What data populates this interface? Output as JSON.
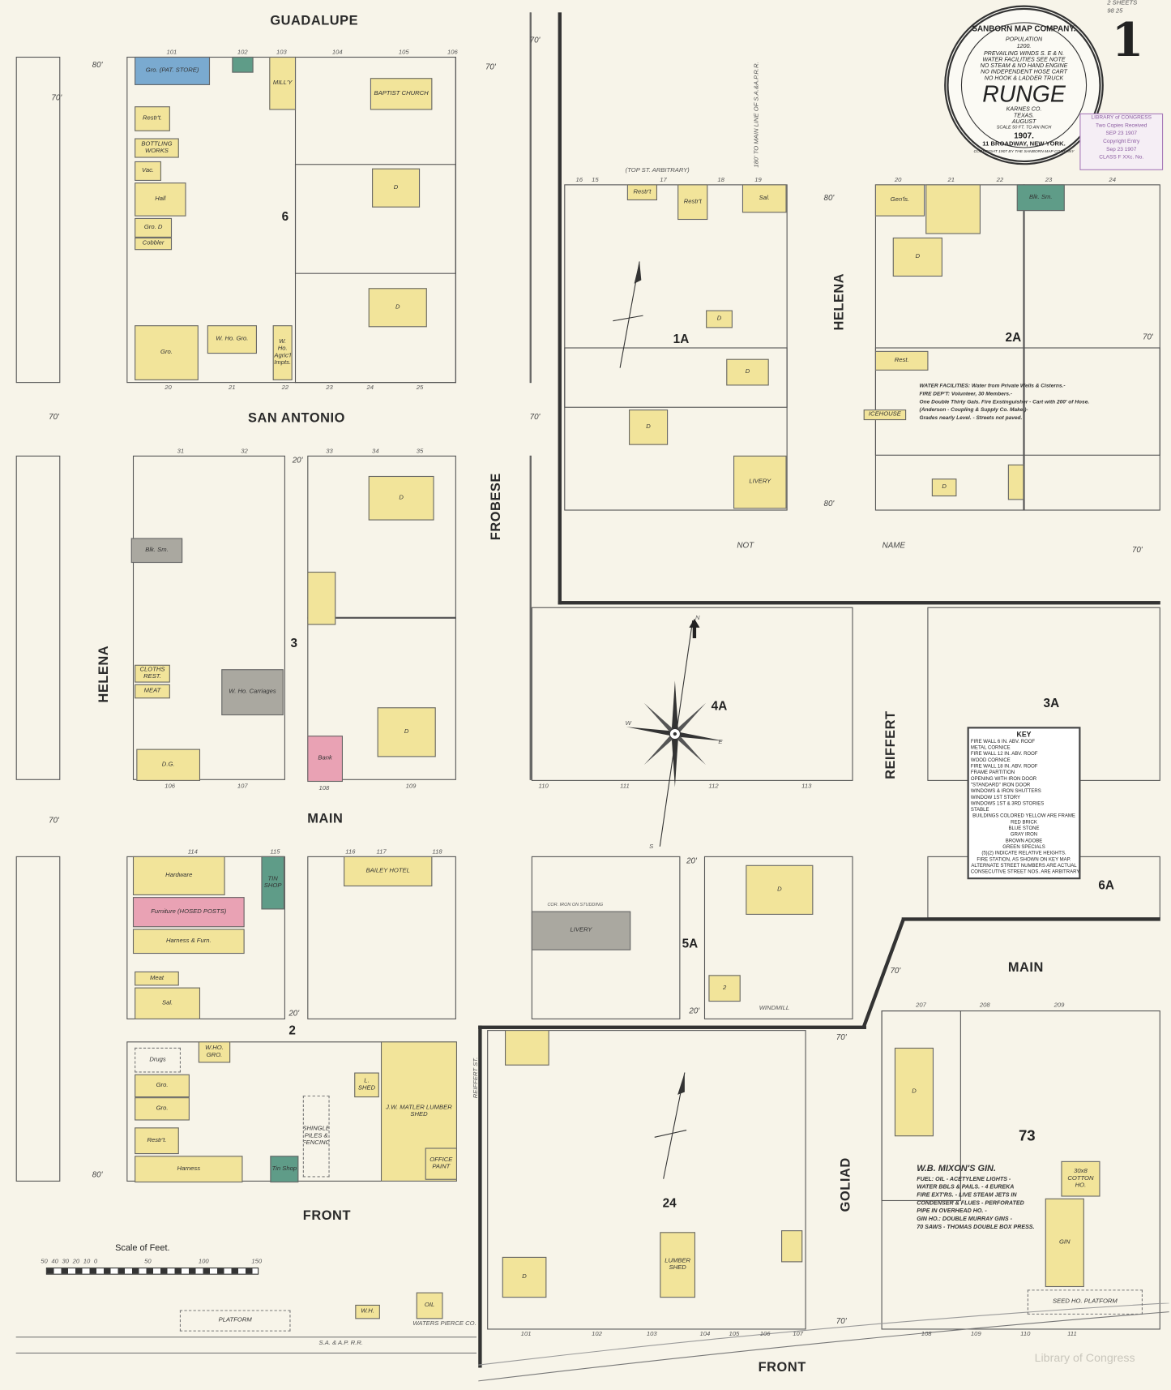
{
  "sheet": {
    "number": "1",
    "sheets_note": "2 SHEETS",
    "sheets_code": "98 25"
  },
  "seal": {
    "company": "SANBORN MAP COMPANY.",
    "population_label": "POPULATION",
    "population": "1200.",
    "notes": [
      "PREVAILING WINDS S. E & N.",
      "WATER FACILITIES SEE NOTE",
      "NO STEAM & NO HAND ENGINE",
      "NO INDEPENDENT HOSE CART",
      "NO HOOK & LADDER TRUCK"
    ],
    "town": "RUNGE",
    "county": "KARNES CO.",
    "state": "TEXAS.",
    "month": "AUGUST",
    "scale": "SCALE 50 FT. TO AN INCH",
    "year": "1907.",
    "address": "11 BROADWAY, NEW YORK.",
    "copyright": "COPYRIGHT 1907 BY THE SANBORN MAP COMPANY"
  },
  "stamp": [
    "LIBRARY of CONGRESS",
    "Two Copies Received",
    "SEP 23 1907",
    "Copyright Entry",
    "Sep 23 1907",
    "CLASS F XXc. No."
  ],
  "streets": {
    "guadalupe": "GUADALUPE",
    "san_antonio": "SAN ANTONIO",
    "main_west": "MAIN",
    "front_west": "FRONT",
    "helena_west": "HELENA",
    "frobese": "FROBESE",
    "helena_east": "HELENA",
    "reiffert": "REIFFERT",
    "goliad": "GOLIAD",
    "main_east": "MAIN",
    "front_south": "FRONT",
    "not_name_1": "NOT",
    "not_name_2": "NAME",
    "top_st": "(TOP ST. ARBITRARY)",
    "reiffert_st": "REIFFERT ST.",
    "main_line": "180' TO MAIN LINE OF S.A.&A.P.R.R."
  },
  "blocks": {
    "b6": "6",
    "b3": "3",
    "b2": "2",
    "b1a": "1A",
    "b2a": "2A",
    "b4a": "4A",
    "b3a": "3A",
    "b6a": "6A",
    "b5a": "5A",
    "b24": "24",
    "b73": "73"
  },
  "buildings": [
    {
      "label": "Gro. (PAT. STORE)",
      "type": "stone"
    },
    {
      "label": "",
      "type": "special"
    },
    {
      "label": "MILL'Y",
      "type": "frame"
    },
    {
      "label": "Restr't.",
      "type": "frame"
    },
    {
      "label": "BOTTLING WORKS",
      "type": "frame"
    },
    {
      "label": "Vac.",
      "type": "frame"
    },
    {
      "label": "Hall",
      "type": "frame"
    },
    {
      "label": "Gro. D",
      "type": "frame"
    },
    {
      "label": "Cobbler",
      "type": "frame"
    },
    {
      "label": "Gro.",
      "type": "frame"
    },
    {
      "label": "W. Ho. Gro.",
      "type": "frame"
    },
    {
      "label": "W. Ho. Agric'l Impts.",
      "type": "frame"
    },
    {
      "label": "BAPTIST CHURCH",
      "type": "frame"
    },
    {
      "label": "D",
      "type": "frame"
    },
    {
      "label": "D",
      "type": "frame"
    },
    {
      "label": "Blk. Sm.",
      "type": "iron"
    },
    {
      "label": "CLOTHS REST.",
      "type": "frame"
    },
    {
      "label": "MEAT",
      "type": "frame"
    },
    {
      "label": "W. Ho. Carriages",
      "type": "iron"
    },
    {
      "label": "D.G.",
      "type": "frame"
    },
    {
      "label": "",
      "type": "frame"
    },
    {
      "label": "D",
      "type": "frame"
    },
    {
      "label": "D",
      "type": "frame"
    },
    {
      "label": "Bank",
      "type": "brick"
    },
    {
      "label": "Hardware",
      "type": "frame"
    },
    {
      "label": "Furniture (HOSED POSTS)",
      "type": "brick"
    },
    {
      "label": "Harness & Furn.",
      "type": "frame"
    },
    {
      "label": "Meat",
      "type": "frame"
    },
    {
      "label": "Sal.",
      "type": "frame"
    },
    {
      "label": "TIN SHOP",
      "type": "special"
    },
    {
      "label": "BAILEY HOTEL",
      "type": "frame"
    },
    {
      "label": "Drugs",
      "type": "dashed"
    },
    {
      "label": "Gro.",
      "type": "frame"
    },
    {
      "label": "Gro.",
      "type": "frame"
    },
    {
      "label": "Restr't.",
      "type": "frame"
    },
    {
      "label": "Harness",
      "type": "frame"
    },
    {
      "label": "Tin Shop",
      "type": "special"
    },
    {
      "label": "W.HO. GRO.",
      "type": "frame"
    },
    {
      "label": "J.W. MATLER LUMBER SHED",
      "type": "frame"
    },
    {
      "label": "SHINGLE PILES & FENCING",
      "type": "dashed"
    },
    {
      "label": "Restr't",
      "type": "frame"
    },
    {
      "label": "Restr't",
      "type": "frame"
    },
    {
      "label": "Sal.",
      "type": "frame"
    },
    {
      "label": "D",
      "type": "frame"
    },
    {
      "label": "D",
      "type": "frame"
    },
    {
      "label": "D",
      "type": "frame"
    },
    {
      "label": "LIVERY",
      "type": "frame"
    },
    {
      "label": "Gen'ls.",
      "type": "frame"
    },
    {
      "label": "",
      "type": "frame"
    },
    {
      "label": "Blk. Sm.",
      "type": "special"
    },
    {
      "label": "D",
      "type": "frame"
    },
    {
      "label": "Rest.",
      "type": "frame"
    },
    {
      "label": "ICEHOUSE",
      "type": "frame"
    },
    {
      "label": "D",
      "type": "frame"
    },
    {
      "label": "",
      "type": "frame"
    },
    {
      "label": "LIVERY",
      "type": "iron"
    },
    {
      "label": "D",
      "type": "frame"
    },
    {
      "label": "2",
      "type": "frame"
    },
    {
      "label": "",
      "type": "frame"
    },
    {
      "label": "D",
      "type": "frame"
    },
    {
      "label": "LUMBER SHED",
      "type": "frame"
    },
    {
      "label": "",
      "type": "frame"
    },
    {
      "label": "D",
      "type": "frame"
    },
    {
      "label": "30x8 COTTON HO.",
      "type": "frame"
    },
    {
      "label": "GIN",
      "type": "frame"
    },
    {
      "label": "SEED HO. PLATFORM",
      "type": "dashed"
    },
    {
      "label": "PLATFORM",
      "type": "dashed"
    },
    {
      "label": "W.H.",
      "type": "frame"
    },
    {
      "label": "OIL",
      "type": "frame"
    },
    {
      "label": "L. SHED",
      "type": "frame"
    },
    {
      "label": "OFFICE PAINT",
      "type": "frame"
    }
  ],
  "dims": [
    "70'",
    "80'",
    "70'",
    "70'",
    "20'",
    "70'",
    "80'",
    "80'",
    "70'",
    "70'",
    "20'",
    "20'",
    "70'",
    "70'",
    "80'",
    "70'",
    "20'",
    "70'",
    "70'"
  ],
  "lots": [
    "101",
    "102",
    "103",
    "104",
    "105",
    "106",
    "20",
    "21",
    "22",
    "23",
    "24",
    "25",
    "31",
    "32",
    "33",
    "34",
    "35",
    "106",
    "107",
    "108",
    "109",
    "114",
    "115",
    "116",
    "117",
    "118",
    "110",
    "111",
    "112",
    "113",
    "101",
    "102",
    "103",
    "104",
    "105",
    "106",
    "107",
    "108",
    "109",
    "110",
    "111",
    "207",
    "208",
    "209",
    "15",
    "16",
    "17",
    "18",
    "19",
    "20",
    "21",
    "22",
    "23",
    "24"
  ],
  "water_note": [
    "WATER FACILITIES: Water from Private Wells & Cisterns.-",
    "FIRE DEP'T: Volunteer, 30 Members.-",
    "One Double Thirty Gals. Fire Exstinguisher - Cart with 200' of Hose.",
    "(Anderson - Coupling & Supply Co. Make.)-",
    "Grades nearly Level. - Streets not paved."
  ],
  "gin_note": {
    "title": "W.B. MIXON'S GIN.",
    "lines": [
      "FUEL: OIL - ACETYLENE LIGHTS -",
      "WATER BBLS & PAILS. - 4 EUREKA",
      "FIRE EXT'RS. - LIVE STEAM JETS IN",
      "CONDENSER & FLUES - PERFORATED",
      "PIPE IN OVERHEAD HO. -",
      "GIN HO.: DOUBLE MURRAY GINS -",
      "70 SAWS - THOMAS DOUBLE BOX PRESS."
    ]
  },
  "other_labels": {
    "waters_pierce": "WATERS PIERCE CO.",
    "railroad": "S.A. & A.P. R.R.",
    "windmill": "WINDMILL",
    "watermark": "Library of Congress",
    "iron_note": "COR. IRON ON STUDDING"
  },
  "scale_bar": {
    "title": "Scale of Feet.",
    "ticks": [
      "50",
      "40",
      "30",
      "20",
      "10",
      "0",
      "50",
      "100",
      "150"
    ]
  },
  "compass": {
    "n": "N",
    "s": "S",
    "e": "E",
    "w": "W"
  },
  "key": {
    "title": "KEY",
    "lines": [
      "FIRE WALL 6 IN. ABV. ROOF",
      "METAL CORNICE",
      "FIRE WALL 12 IN. ABV. ROOF",
      "WOOD CORNICE",
      "FIRE WALL 18 IN. ABV. ROOF",
      "FRAME PARTITION",
      "OPENING WITH IRON DOOR",
      "\"STANDARD\" IRON DOOR",
      "WINDOWS & IRON SHUTTERS",
      "WINDOW 1ST STORY",
      "WINDOWS 1ST & 3RD STORIES",
      "STABLE"
    ],
    "colors": [
      "BUILDINGS COLORED YELLOW ARE FRAME",
      "RED  BRICK",
      "BLUE  STONE",
      "GRAY  IRON",
      "BROWN  ADOBE",
      "GREEN  SPECIALS"
    ],
    "foot": [
      "(5)(2) INDICATE RELATIVE HEIGHTS.",
      "FIRE STATION, AS SHOWN ON KEY MAP.",
      "ALTERNATE STREET NUMBERS ARE ACTUAL",
      "CONSECUTIVE STREET NOS. ARE ARBITRARY"
    ]
  },
  "colors": {
    "frame": "#f2e49a",
    "brick": "#e9a2b4",
    "stone": "#7aaad0",
    "iron": "#aaa8a0",
    "special": "#5f9c88",
    "paper": "#f7f4e9"
  }
}
